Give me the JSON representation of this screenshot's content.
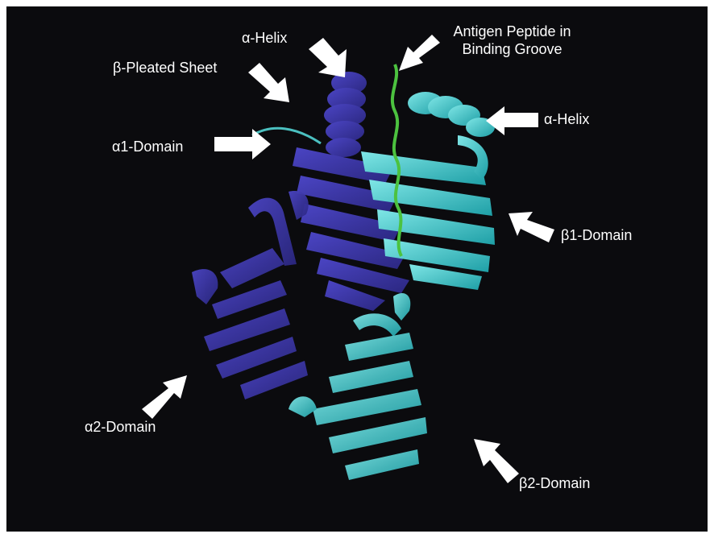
{
  "labels": {
    "alpha_helix_top": "α-Helix",
    "beta_pleated_sheet": "β-Pleated Sheet",
    "antigen_line1": "Antigen Peptide in",
    "antigen_line2": "Binding Groove",
    "alpha_helix_right": "α-Helix",
    "alpha1_domain": "α1-Domain",
    "beta1_domain": "β1-Domain",
    "alpha2_domain": "α2-Domain",
    "beta2_domain": "β2-Domain"
  },
  "colors": {
    "background": "#0b0b0e",
    "alpha_chain": "#3a35a8",
    "beta_chain": "#2fc7c9",
    "peptide": "#4cc23f",
    "arrow": "#ffffff"
  }
}
